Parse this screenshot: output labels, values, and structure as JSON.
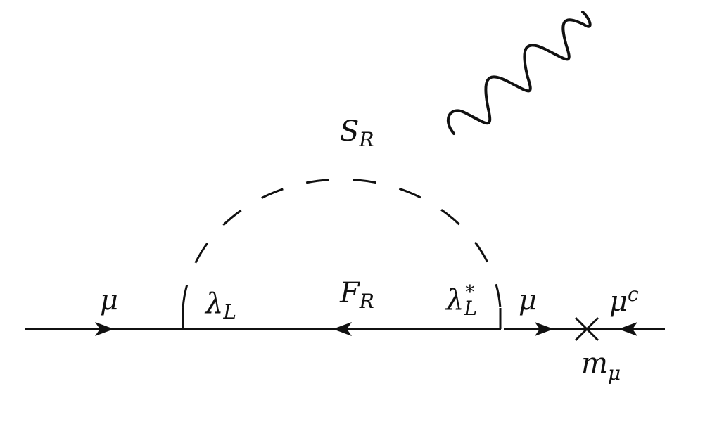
{
  "diagram": {
    "type": "feynman",
    "stroke_color": "#111111",
    "labels": {
      "mu_in": {
        "main": "μ",
        "sub": ""
      },
      "lambda_L": {
        "main": "λ",
        "sub": "L"
      },
      "F_R": {
        "main": "F",
        "sub": "R"
      },
      "S_R": {
        "main": "S",
        "sub": "R"
      },
      "lambda_L_star": {
        "main": "λ",
        "sub": "L",
        "sup": "*"
      },
      "mu_out": {
        "main": "μ",
        "sub": ""
      },
      "mu_c": {
        "main": "μ",
        "sup": "c"
      },
      "m_mu": {
        "main": "m",
        "sub": "μ"
      }
    },
    "elements": [
      {
        "id": "incoming-muon",
        "kind": "fermion-line",
        "label": "μ",
        "direction": "right"
      },
      {
        "id": "internal-fermion",
        "kind": "fermion-line",
        "label": "F_R",
        "direction": "left"
      },
      {
        "id": "scalar-loop",
        "kind": "dashed-arc",
        "label": "S_R"
      },
      {
        "id": "outgoing-muon",
        "kind": "fermion-line",
        "label": "μ",
        "direction": "right"
      },
      {
        "id": "mass-insertion",
        "kind": "cross",
        "label": "m_μ"
      },
      {
        "id": "conjugate-muon",
        "kind": "fermion-line",
        "label": "μ^c",
        "direction": "left"
      },
      {
        "id": "photon",
        "kind": "wavy-line"
      }
    ]
  }
}
